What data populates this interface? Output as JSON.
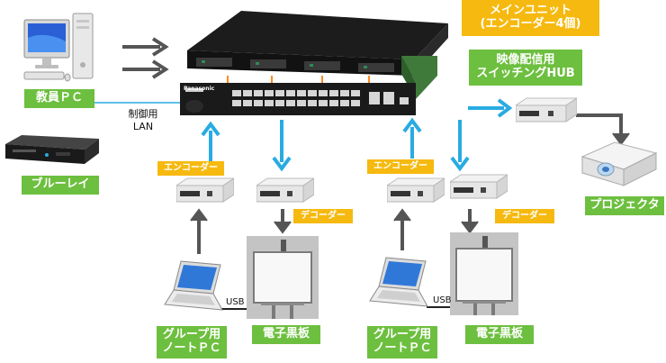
{
  "labels": {
    "main_unit_line1": "メインユニット",
    "main_unit_line2": "(エンコーダー4個)",
    "switching_hub_line1": "映像配信用",
    "switching_hub_line2": "スイッチングHUB",
    "teacher_pc": "教員ＰＣ",
    "bluray": "ブルーレイ",
    "control_lan_line1": "制御用",
    "control_lan_line2": "LAN",
    "projector": "プロジェクタ",
    "encoder": "エンコーダー",
    "decoder": "デコーダー",
    "group_pc_line1": "グループ用",
    "group_pc_line2": "ノートＰＣ",
    "whiteboard": "電子黒板",
    "usb": "USB",
    "panasonic_logo": "Panasonic"
  },
  "colors": {
    "label_green": "#6dbf3f",
    "label_yellow": "#f6b90f",
    "arrow_blue": "#29abe2",
    "arrow_gray": "#555555",
    "hub_green": "#3f7a3a",
    "main_unit_black": "#1c1c1c"
  },
  "icons": [
    "desktop-pc-icon",
    "bluray-player-icon",
    "main-unit-icon",
    "switching-hub-icon",
    "encoder-icon",
    "decoder-icon",
    "laptop-icon",
    "electronic-whiteboard-icon",
    "projector-icon"
  ]
}
